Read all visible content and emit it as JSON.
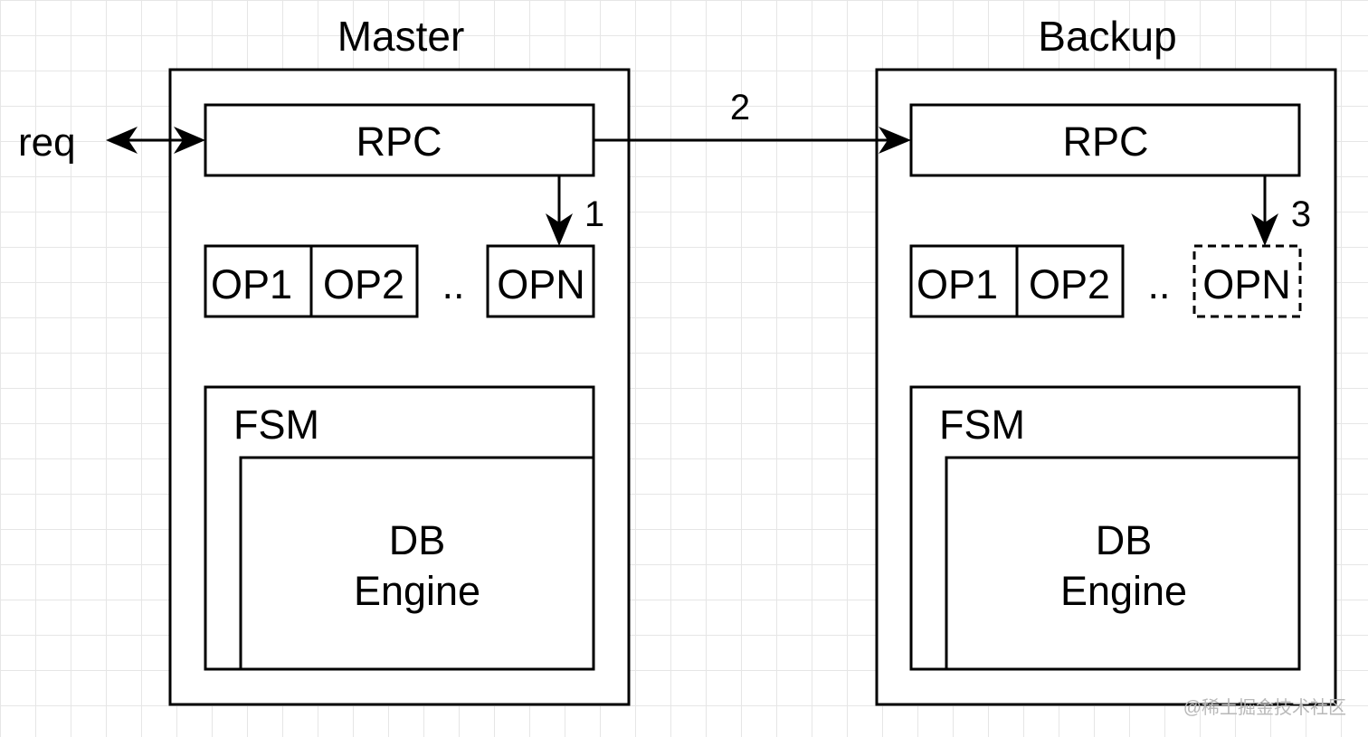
{
  "master": {
    "title": "Master",
    "rpc": "RPC",
    "ops": [
      "OP1",
      "OP2",
      "..",
      "OPN"
    ],
    "fsm": "FSM",
    "engine_line1": "DB",
    "engine_line2": "Engine"
  },
  "backup": {
    "title": "Backup",
    "rpc": "RPC",
    "ops": [
      "OP1",
      "OP2",
      "..",
      "OPN"
    ],
    "fsm": "FSM",
    "engine_line1": "DB",
    "engine_line2": "Engine"
  },
  "request_label": "req",
  "step_labels": {
    "to_master_op": "1",
    "master_to_backup": "2",
    "to_backup_op": "3"
  },
  "watermark": "@稀土掘金技术社区",
  "colors": {
    "stroke": "#000000",
    "grid": "#e6e6e6",
    "watermark": "#b8b8b8"
  }
}
